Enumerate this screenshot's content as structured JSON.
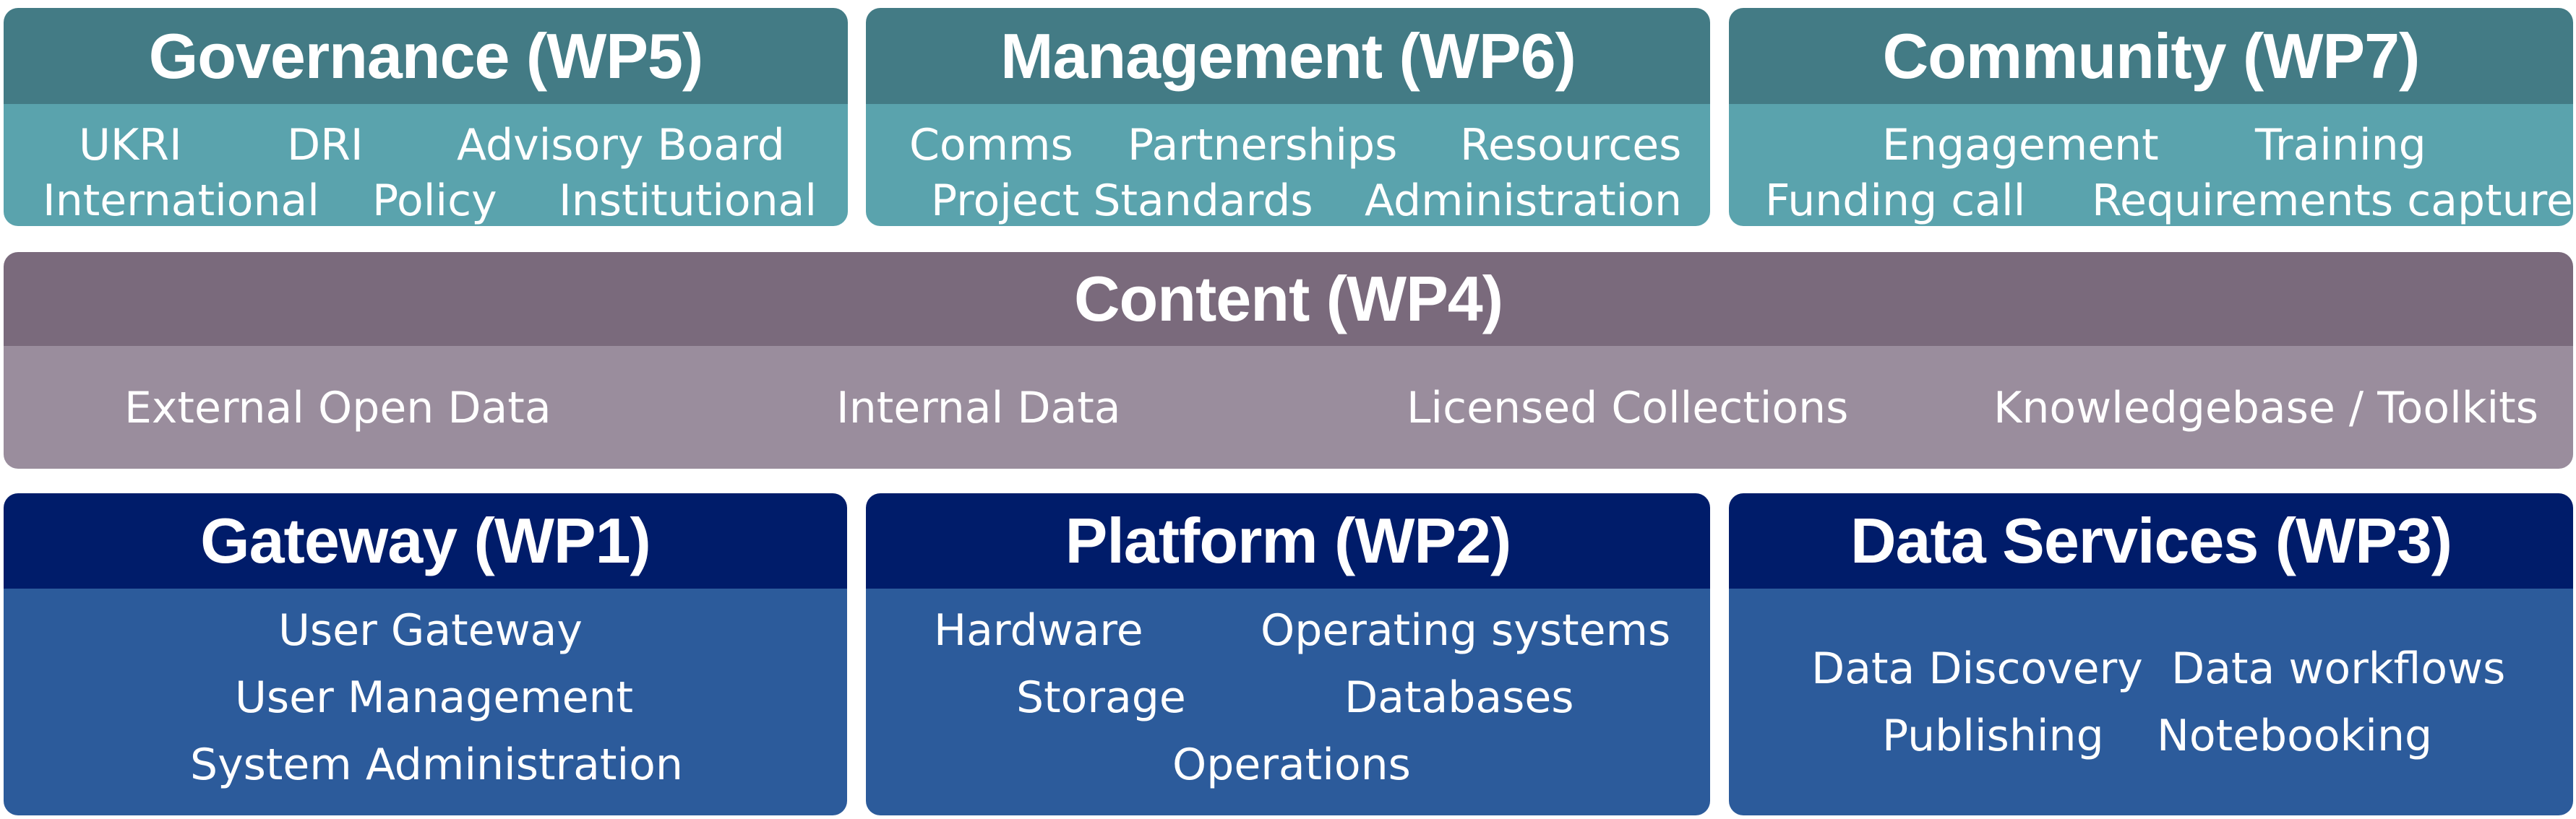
{
  "colors": {
    "teal_header": "#437b85",
    "teal_body": "#5aa3ad",
    "purple_header": "#7a6a7c",
    "purple_body": "#9a8d9d",
    "navy_header": "#001c6a",
    "navy_body": "#2c5b9b",
    "text": "#ffffff"
  },
  "governance": {
    "title": "Governance (WP5)",
    "items": [
      "UKRI",
      "DRI",
      "Advisory Board",
      "International",
      "Policy",
      "Institutional"
    ]
  },
  "management": {
    "title": "Management (WP6)",
    "items": [
      "Comms",
      "Partnerships",
      "Resources",
      "Project Standards",
      "Administration"
    ]
  },
  "community": {
    "title": "Community (WP7)",
    "items": [
      "Engagement",
      "Training",
      "Funding call",
      "Requirements capture"
    ]
  },
  "content": {
    "title": "Content (WP4)",
    "items": [
      "External Open Data",
      "Internal Data",
      "Licensed Collections",
      "Knowledgebase / Toolkits"
    ]
  },
  "gateway": {
    "title": "Gateway (WP1)",
    "items": [
      "User Gateway",
      "User Management",
      "System Administration"
    ]
  },
  "platform": {
    "title": "Platform (WP2)",
    "items": [
      "Hardware",
      "Operating systems",
      "Storage",
      "Databases",
      "Operations"
    ]
  },
  "data_services": {
    "title": "Data Services (WP3)",
    "items": [
      "Data Discovery",
      "Data workflows",
      "Publishing",
      "Notebooking"
    ]
  }
}
